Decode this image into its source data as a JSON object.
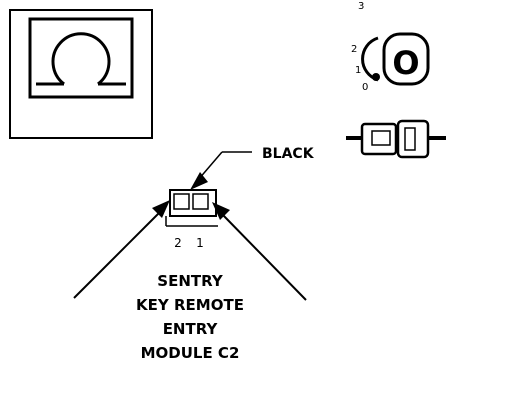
{
  "connector": {
    "color_label": "BLACK",
    "pins": [
      "2",
      "1"
    ],
    "title_lines": [
      "SENTRY",
      "KEY REMOTE",
      "ENTRY",
      "MODULE C2"
    ]
  },
  "ignition": {
    "positions": [
      "3",
      "2",
      "1",
      "0"
    ]
  },
  "key_letter": "O",
  "colors": {
    "line": "#000000",
    "background": "#ffffff"
  }
}
